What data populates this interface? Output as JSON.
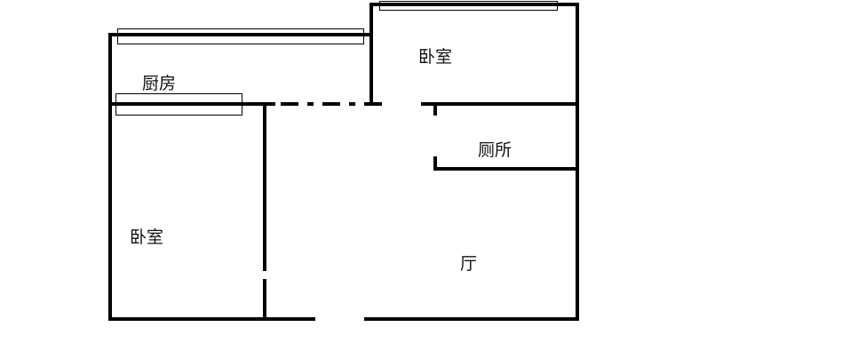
{
  "rooms": {
    "kitchen": "厨房",
    "bedroom_top": "卧室",
    "toilet": "厕所",
    "bedroom_left": "卧室",
    "living_room": "厅"
  },
  "colors": {
    "wall": "#000000",
    "background": "#ffffff"
  }
}
